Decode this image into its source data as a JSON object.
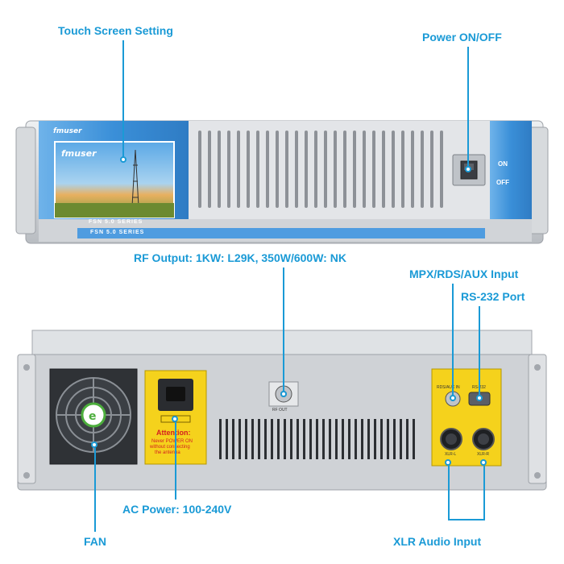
{
  "callouts": {
    "touch_screen": "Touch Screen Setting",
    "power": "Power ON/OFF",
    "rf_output": "RF Output: 1KW: L29K, 350W/600W: NK",
    "mpx": "MPX/RDS/AUX Input",
    "rs232": "RS-232 Port",
    "fan": "FAN",
    "ac_power": "AC Power: 100-240V",
    "xlr": "XLR Audio Input"
  },
  "front_panel": {
    "brand_top": "fmuser",
    "brand_screen": "fmuser",
    "series_1": "FSN 5.0 SERIES",
    "series_2": "FSN 5.0 SERIES",
    "switch_on": "ON",
    "switch_off": "OFF"
  },
  "rear_panel": {
    "rf_out_label": "RF OUT",
    "mpx_port_label": "RDS/AUX IN",
    "rs232_port_label": "RS-232",
    "xlr_left_label": "XLR-L",
    "xlr_right_label": "XLR-R",
    "attention_title": "Attention:",
    "attention_lines": [
      "Never POWER ON",
      "without connecting",
      "the antenna"
    ]
  },
  "colors": {
    "accent": "#1a9ad6",
    "panel_blue": "#3a8fd8",
    "chassis": "#c9ccd0",
    "warning_yellow": "#f5d21c"
  }
}
